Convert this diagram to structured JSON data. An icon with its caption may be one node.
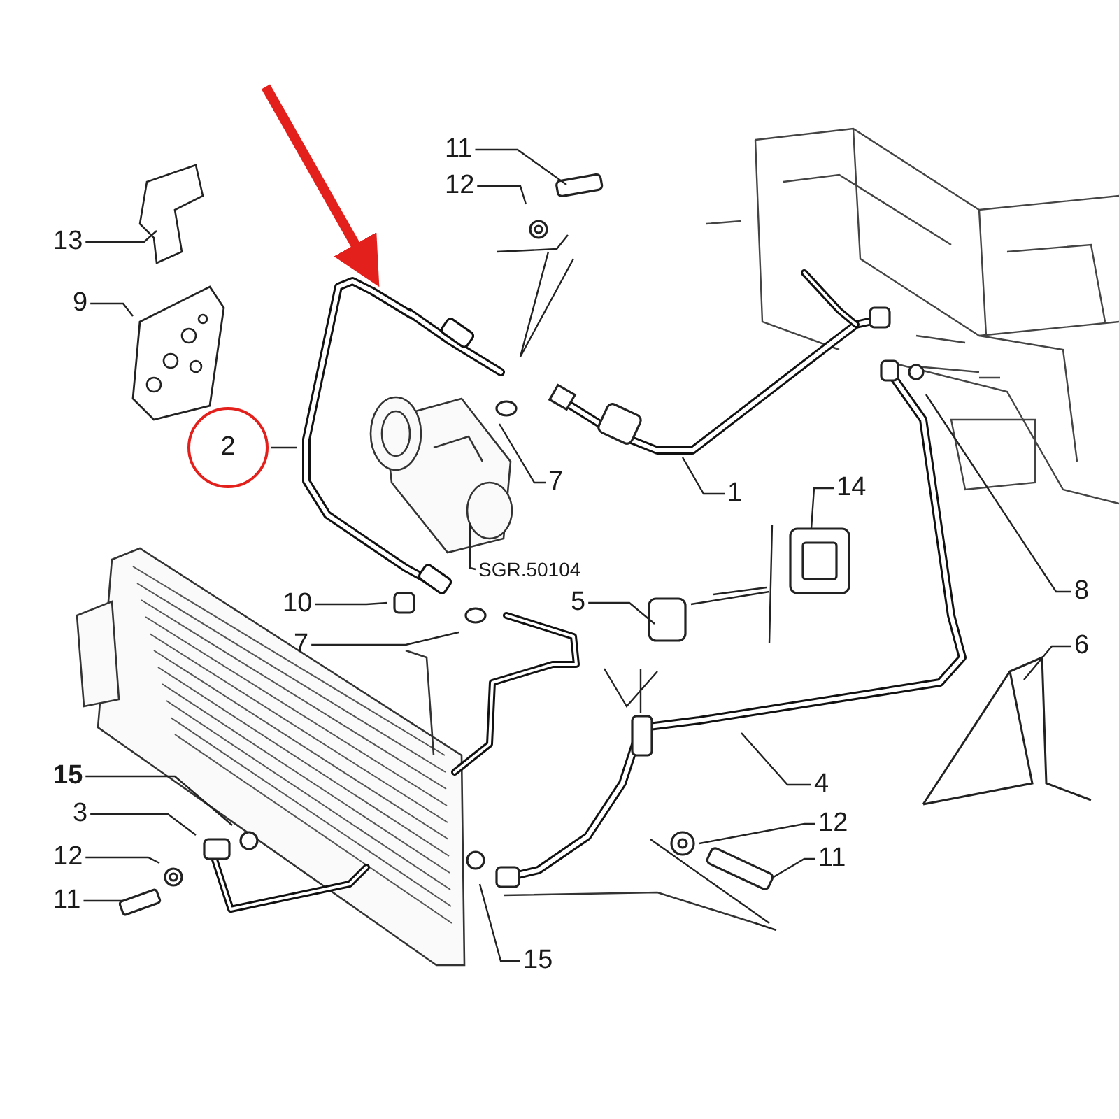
{
  "diagram": {
    "nodes": [
      {
        "text": [
          "11"
        ]
      },
      {
        "text": [
          "12"
        ]
      },
      {
        "text": [
          "13"
        ]
      },
      {
        "text": [
          "9"
        ]
      },
      {
        "text": [
          "2"
        ]
      },
      {
        "text": [
          "7"
        ]
      },
      {
        "text": [
          "1"
        ]
      },
      {
        "text": [
          "14"
        ]
      },
      {
        "text": [
          "SGR.50104"
        ]
      },
      {
        "text": [
          "8"
        ]
      },
      {
        "text": [
          "10"
        ]
      },
      {
        "text": [
          "5"
        ]
      },
      {
        "text": [
          "7"
        ]
      },
      {
        "text": [
          "6"
        ]
      },
      {
        "text": [
          "4"
        ]
      },
      {
        "text": [
          "15"
        ]
      },
      {
        "text": [
          "3"
        ]
      },
      {
        "text": [
          "12"
        ]
      },
      {
        "text": [
          "12"
        ]
      },
      {
        "text": [
          "11"
        ]
      },
      {
        "text": [
          "11"
        ]
      },
      {
        "text": [
          "15"
        ]
      },
      {
        "text": [],
        "shape": "picture"
      }
    ],
    "edges": [
      {
        "from": 0,
        "to": null,
        "arrow": "none"
      },
      {
        "from": 1,
        "to": null,
        "arrow": "none"
      },
      {
        "from": 2,
        "to": null,
        "arrow": "none"
      },
      {
        "from": 3,
        "to": null,
        "arrow": "none"
      },
      {
        "from": 4,
        "to": 22,
        "arrow": "none"
      },
      {
        "from": 5,
        "to": null,
        "arrow": "none"
      },
      {
        "from": 6,
        "to": null,
        "arrow": "none"
      },
      {
        "from": 7,
        "to": null,
        "arrow": "none"
      },
      {
        "from": 8,
        "to": null,
        "arrow": "none"
      },
      {
        "from": 9,
        "to": null,
        "arrow": "none"
      },
      {
        "from": 10,
        "to": null,
        "arrow": "none"
      },
      {
        "from": 11,
        "to": null,
        "arrow": "none"
      },
      {
        "from": 12,
        "to": null,
        "arrow": "none"
      },
      {
        "from": 13,
        "to": null,
        "arrow": "none"
      },
      {
        "from": 14,
        "to": null,
        "arrow": "none"
      },
      {
        "from": 15,
        "to": null,
        "arrow": "none"
      },
      {
        "from": 16,
        "to": null,
        "arrow": "none"
      },
      {
        "from": 17,
        "to": null,
        "arrow": "none"
      },
      {
        "from": 18,
        "to": null,
        "arrow": "none"
      },
      {
        "from": 19,
        "to": null,
        "arrow": "none"
      },
      {
        "from": 20,
        "to": null,
        "arrow": "none"
      },
      {
        "from": 21,
        "to": null,
        "arrow": "none"
      },
      {
        "from": null,
        "to": 22,
        "arrow": "to",
        "style": "thick",
        "color": "#e3201b"
      }
    ]
  }
}
